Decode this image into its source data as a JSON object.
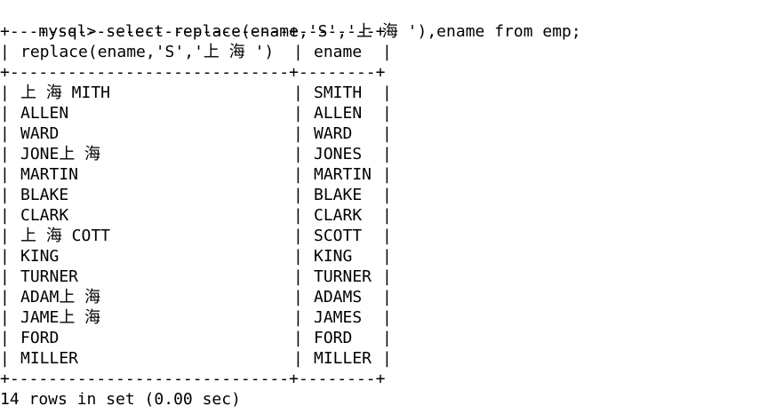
{
  "terminal": {
    "prompt": "mysql>",
    "command": "select replace(ename,'S','上 海 '),ename from emp;",
    "border": "+-----------------------------+--------+",
    "columns": [
      "replace(ename,'S','上 海 ')",
      "ename"
    ],
    "rows": [
      [
        "上 海 MITH",
        "SMITH"
      ],
      [
        "ALLEN",
        "ALLEN"
      ],
      [
        "WARD",
        "WARD"
      ],
      [
        "JONE上 海",
        "JONES"
      ],
      [
        "MARTIN",
        "MARTIN"
      ],
      [
        "BLAKE",
        "BLAKE"
      ],
      [
        "CLARK",
        "CLARK"
      ],
      [
        "上 海 COTT",
        "SCOTT"
      ],
      [
        "KING",
        "KING"
      ],
      [
        "TURNER",
        "TURNER"
      ],
      [
        "ADAM上 海",
        "ADAMS"
      ],
      [
        "JAME上 海",
        "JAMES"
      ],
      [
        "FORD",
        "FORD"
      ],
      [
        "MILLER",
        "MILLER"
      ]
    ],
    "footer": "14 rows in set (0.00 sec)"
  }
}
